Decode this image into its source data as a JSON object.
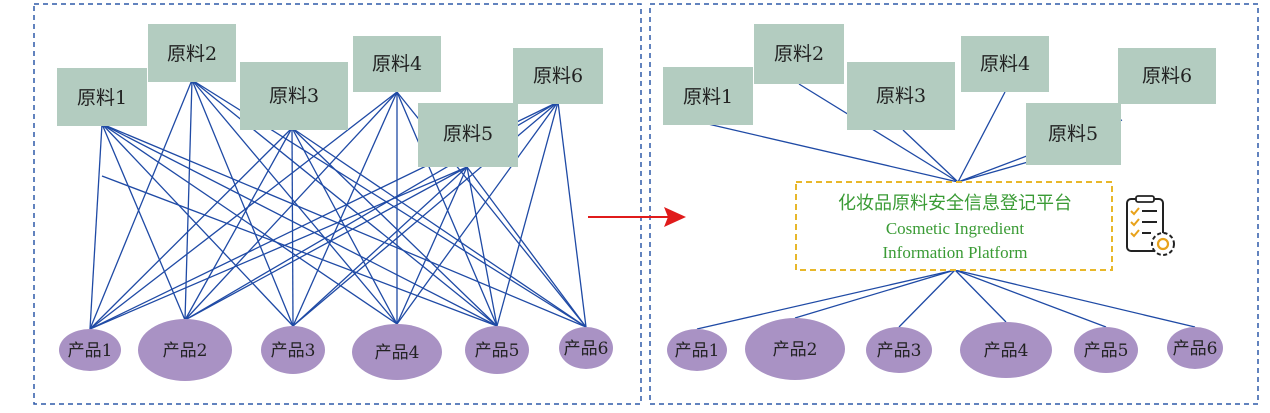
{
  "colors": {
    "panel_border": "#2e5aa8",
    "material_box": "#b3ccc0",
    "product_ellipse": "#a992c4",
    "edge": "#1f4aa5",
    "platform_border": "#e8b72a",
    "platform_text": "#3a9b35",
    "arrow": "#e01b1b"
  },
  "left_panel": {
    "materials": [
      "原料1",
      "原料2",
      "原料3",
      "原料4",
      "原料5",
      "原料6"
    ],
    "products": [
      "产品1",
      "产品2",
      "产品3",
      "产品4",
      "产品5",
      "产品6"
    ]
  },
  "right_panel": {
    "materials": [
      "原料1",
      "原料2",
      "原料3",
      "原料4",
      "原料5",
      "原料6"
    ],
    "products": [
      "产品1",
      "产品2",
      "产品3",
      "产品4",
      "产品5",
      "产品6"
    ],
    "platform": {
      "title_cn": "化妆品原料安全信息登记平台",
      "title_en_line1": "Cosmetic Ingredient",
      "title_en_line2": "Information Platform",
      "icon": "checklist-gear-icon"
    }
  },
  "transition_icon": "arrow-right-icon"
}
